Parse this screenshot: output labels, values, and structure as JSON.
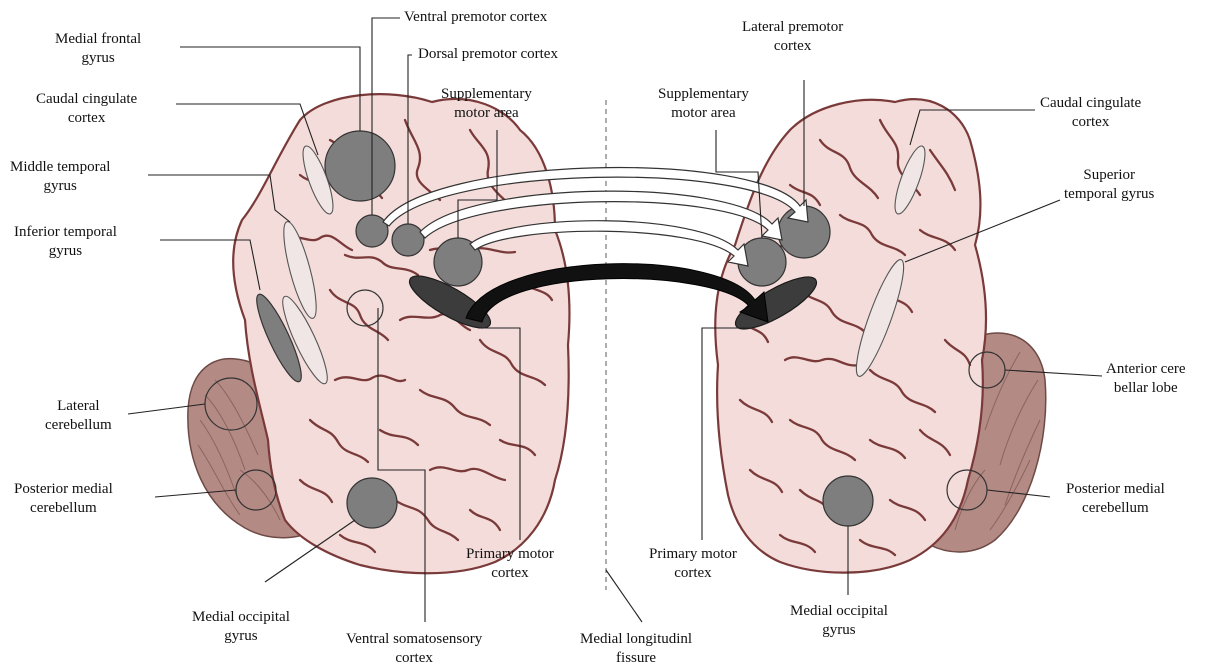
{
  "labels": {
    "ventral_premotor_cortex": [
      "Ventral premotor cortex"
    ],
    "medial_frontal_gyrus": [
      "Medial frontal",
      "gyrus"
    ],
    "dorsal_premotor_cortex": [
      "Dorsal premotor cortex"
    ],
    "caudal_cingulate_cortex_left": [
      "Caudal cingulate",
      "cortex"
    ],
    "supplementary_motor_area_left": [
      "Supplementary",
      "motor area"
    ],
    "middle_temporal_gyrus": [
      "Middle temporal",
      "gyrus"
    ],
    "inferior_temporal_gyrus": [
      "Inferior temporal",
      "gyrus"
    ],
    "lateral_cerebellum": [
      "Lateral",
      "cerebellum"
    ],
    "posterior_medial_cerebellum_left": [
      "Posterior medial",
      "cerebellum"
    ],
    "medial_occipital_gyrus_left": [
      "Medial occipital",
      "gyrus"
    ],
    "ventral_somatosensory_cortex": [
      "Ventral somatosensory",
      "cortex"
    ],
    "primary_motor_cortex_left": [
      "Primary motor",
      "cortex"
    ],
    "medial_longitudinal_fissure": [
      "Medial longitudinl",
      "fissure"
    ],
    "primary_motor_cortex_right": [
      "Primary motor",
      "cortex"
    ],
    "medial_occipital_gyrus_right": [
      "Medial occipital",
      "gyrus"
    ],
    "lateral_premotor_cortex": [
      "Lateral premotor",
      "cortex"
    ],
    "supplementary_motor_area_right": [
      "Supplementary",
      "motor area"
    ],
    "caudal_cingulate_cortex_right": [
      "Caudal cingulate",
      "cortex"
    ],
    "superior_temporal_gyrus": [
      "Superior",
      "temporal gyrus"
    ],
    "anterior_cerebellar_lobe": [
      "Anterior cere",
      "bellar lobe"
    ],
    "posterior_medial_cerebellum_right": [
      "Posterior medial",
      "cerebellum"
    ]
  },
  "colors": {
    "brain_fill": "#f3dcd9",
    "brain_outline": "#7a3a3a",
    "cerebellum_fill": "#b48a85",
    "region_gray": "#7e7e7e",
    "region_dark": "#3c3c3c"
  }
}
